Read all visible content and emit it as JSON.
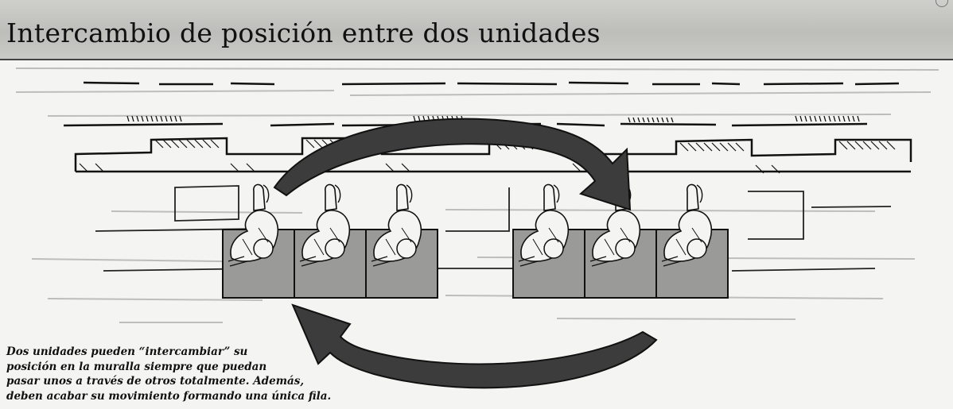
{
  "title": "Intercambio de posición entre dos unidades",
  "caption": {
    "lines": [
      "Dos unidades pueden “intercambiar” su",
      "posición en la muralla siempre que puedan",
      "pasar unos a través de otros totalmente. Además,",
      "deben acabar su movimiento formando una única fila."
    ]
  },
  "illustration": {
    "left_unit": {
      "soldiers": 3
    },
    "right_unit": {
      "soldiers": 3
    },
    "arrows": [
      "top-arrow-left-to-right",
      "bottom-arrow-right-to-left"
    ]
  },
  "colors": {
    "unit_fill": "#9a9a98",
    "arrow_fill": "#3c3c3c",
    "ink": "#111111"
  }
}
